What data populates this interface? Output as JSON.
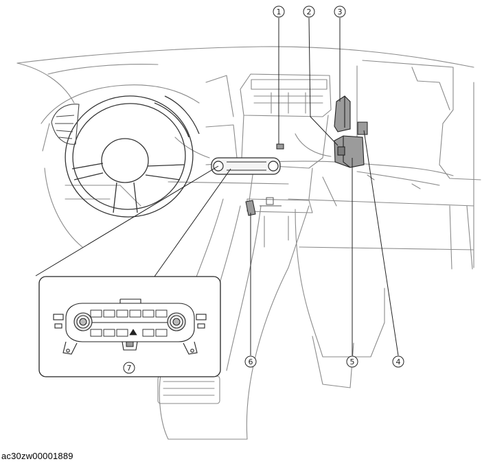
{
  "figure": {
    "caption": "ac30zw00001889",
    "callouts": [
      "1",
      "2",
      "3",
      "4",
      "5",
      "6",
      "7"
    ]
  },
  "colors": {
    "line_dark": "#2a2a2a",
    "line_light": "#8a8a8a",
    "highlight_fill": "#9b9b9b",
    "background": "#ffffff"
  }
}
